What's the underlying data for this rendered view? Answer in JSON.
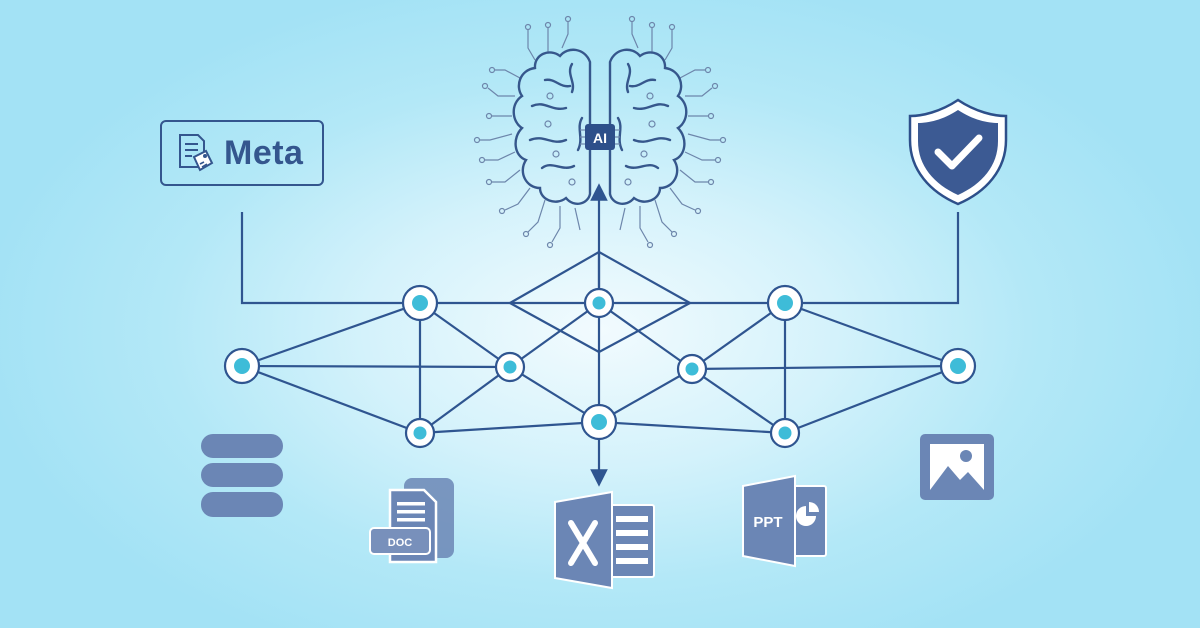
{
  "meta_box": {
    "label": "Meta"
  },
  "brain": {
    "chip_label": "AI"
  },
  "file_icons": {
    "doc_label": "DOC",
    "ppt_label": "PPT"
  },
  "icons": [
    "meta-tag-document-icon",
    "ai-brain-icon",
    "shield-check-icon",
    "database-icon",
    "doc-file-icon",
    "excel-file-icon",
    "ppt-file-icon",
    "image-icon"
  ],
  "colors": {
    "line": "#2f5590",
    "node_dot": "#3ebcd8",
    "icon_fill": "#6b86b5",
    "shield": "#3c5a93",
    "background": "#a3e2f5"
  }
}
